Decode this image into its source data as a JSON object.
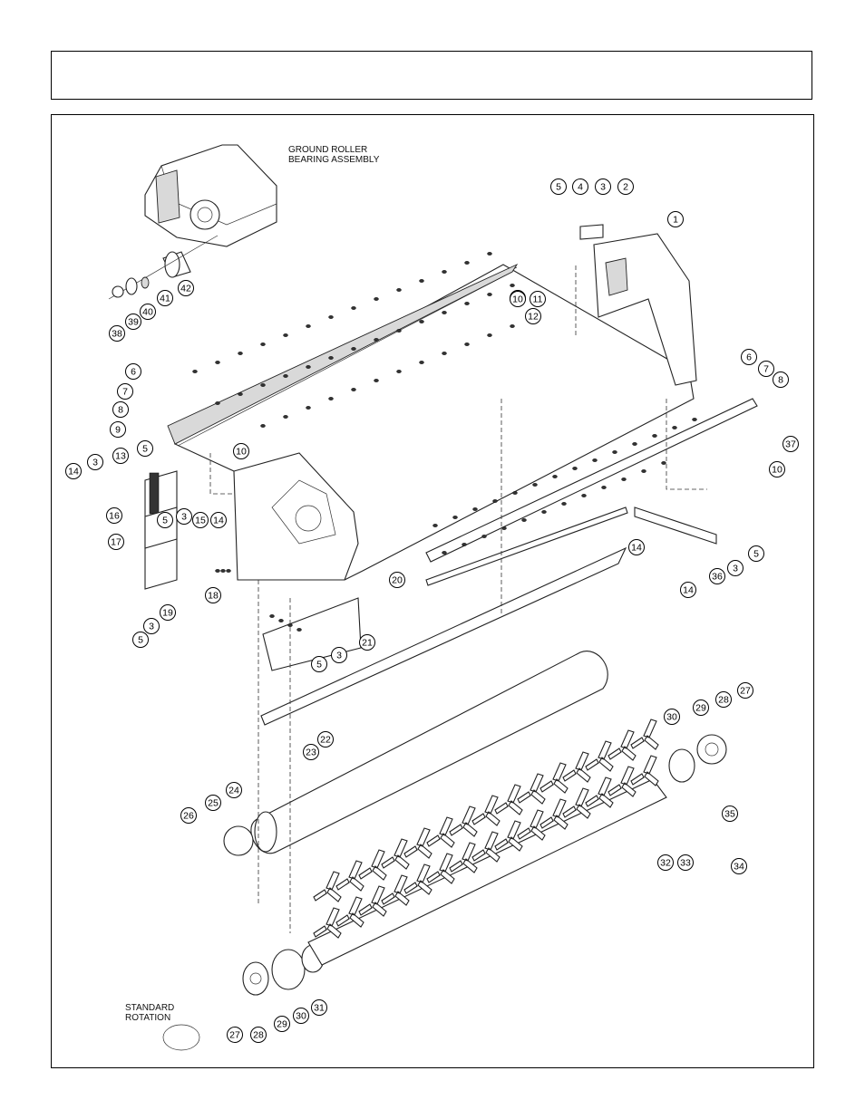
{
  "header": {
    "title": ""
  },
  "diagram": {
    "inset_label_line1": "GROUND ROLLER",
    "inset_label_line2": "BEARING ASSEMBLY",
    "rotation_label_line1": "STANDARD",
    "rotation_label_line2": "ROTATION",
    "callouts": [
      "1",
      "2",
      "3",
      "4",
      "5",
      "5",
      "6",
      "7",
      "8",
      "9",
      "10",
      "10",
      "11",
      "12",
      "13",
      "14",
      "3",
      "16",
      "17",
      "5",
      "3",
      "15",
      "14",
      "18",
      "19",
      "3",
      "5",
      "20",
      "21",
      "5",
      "3",
      "6",
      "7",
      "8",
      "37",
      "10",
      "14",
      "36",
      "3",
      "5",
      "14",
      "22",
      "23",
      "24",
      "25",
      "26",
      "27",
      "28",
      "29",
      "30",
      "35",
      "32",
      "33",
      "34",
      "31",
      "30",
      "29",
      "28",
      "27",
      "38",
      "39",
      "40",
      "41",
      "42",
      "10"
    ]
  }
}
